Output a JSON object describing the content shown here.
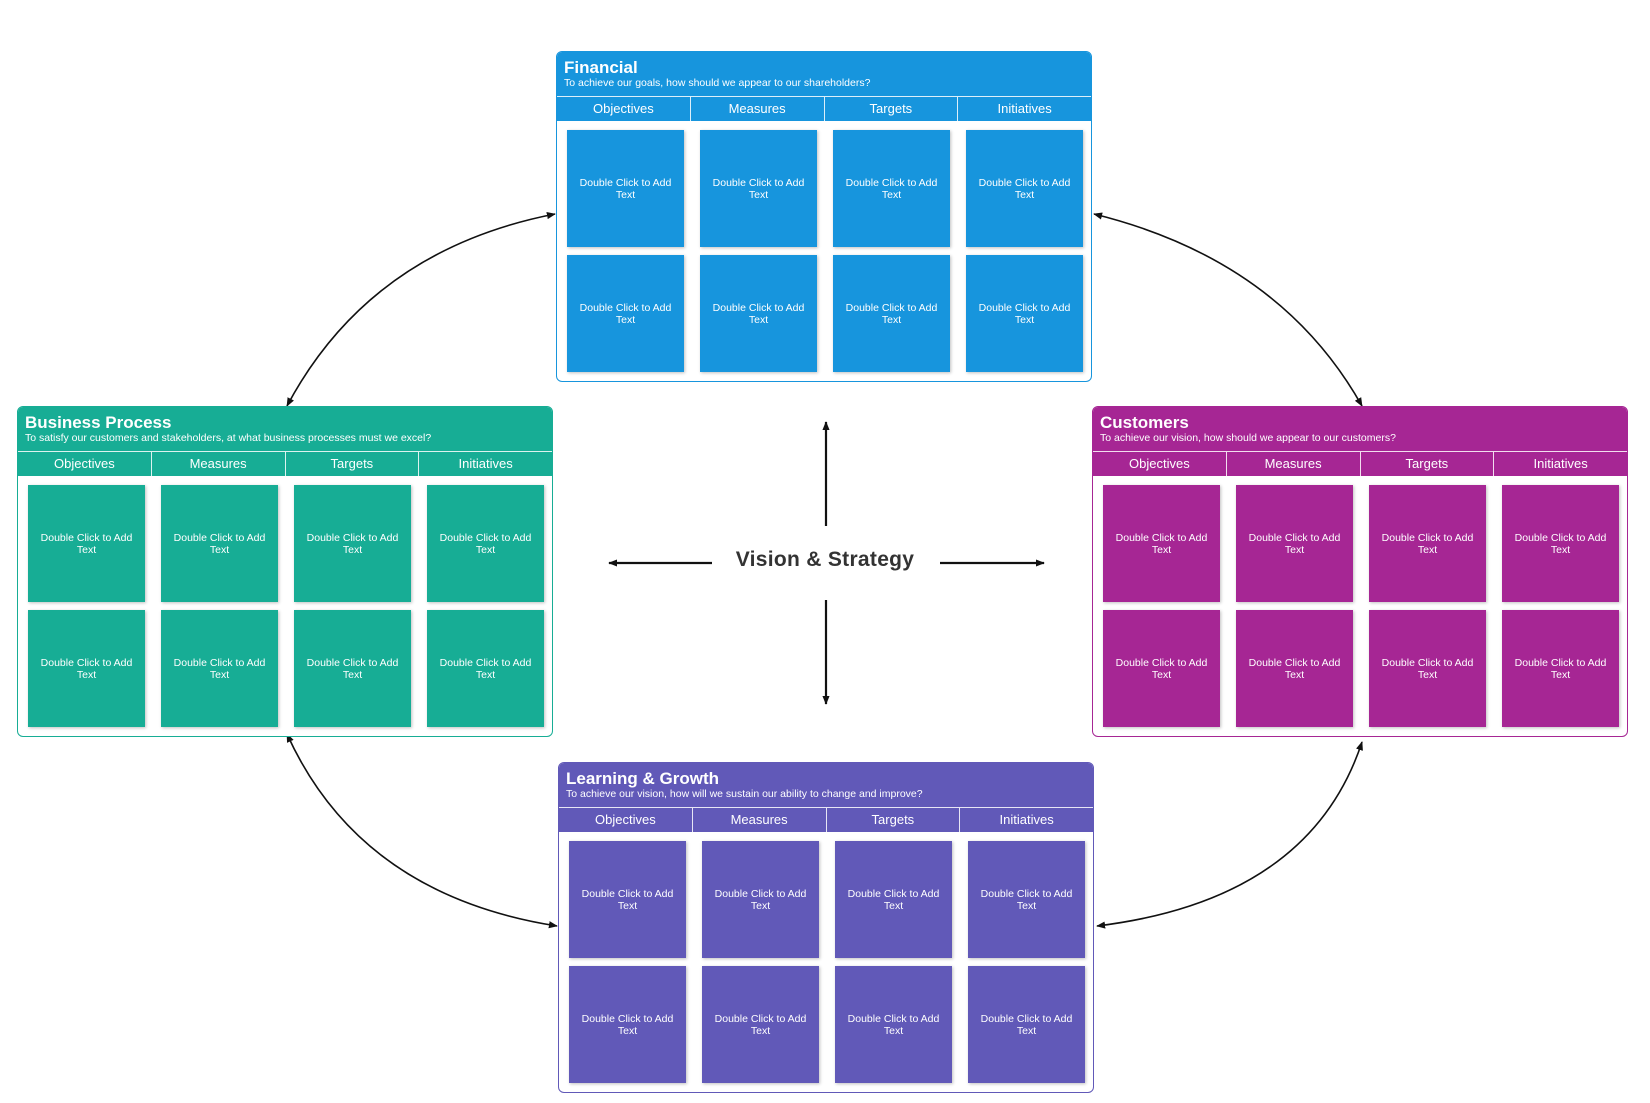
{
  "center": {
    "label": "Vision & Strategy"
  },
  "colors": {
    "financial": "#1795dd",
    "business": "#17ad95",
    "customers": "#a62694",
    "learning": "#6159b8",
    "arrow": "#111111"
  },
  "panels": {
    "financial": {
      "title": "Financial",
      "subtitle": "To achieve our goals, how should we appear to our shareholders?",
      "columns": [
        "Objectives",
        "Measures",
        "Targets",
        "Initiatives"
      ],
      "cards": [
        "Double Click to Add Text",
        "Double Click to Add Text",
        "Double Click to Add Text",
        "Double Click to Add Text",
        "Double Click to Add Text",
        "Double Click to Add Text",
        "Double Click to Add Text",
        "Double Click to Add Text"
      ]
    },
    "business": {
      "title": "Business Process",
      "subtitle": "To satisfy our customers and stakeholders, at what business processes must we excel?",
      "columns": [
        "Objectives",
        "Measures",
        "Targets",
        "Initiatives"
      ],
      "cards": [
        "Double Click to Add Text",
        "Double Click to Add Text",
        "Double Click to Add Text",
        "Double Click to Add Text",
        "Double Click to Add Text",
        "Double Click to Add Text",
        "Double Click to Add Text",
        "Double Click to Add Text"
      ]
    },
    "customers": {
      "title": "Customers",
      "subtitle": "To achieve our vision, how should we appear to our customers?",
      "columns": [
        "Objectives",
        "Measures",
        "Targets",
        "Initiatives"
      ],
      "cards": [
        "Double Click to Add Text",
        "Double Click to Add Text",
        "Double Click to Add Text",
        "Double Click to Add Text",
        "Double Click to Add Text",
        "Double Click to Add Text",
        "Double Click to Add Text",
        "Double Click to Add Text"
      ]
    },
    "learning": {
      "title": "Learning & Growth",
      "subtitle": "To achieve our vision, how will we sustain our ability to change and improve?",
      "columns": [
        "Objectives",
        "Measures",
        "Targets",
        "Initiatives"
      ],
      "cards": [
        "Double Click to Add Text",
        "Double Click to Add Text",
        "Double Click to Add Text",
        "Double Click to Add Text",
        "Double Click to Add Text",
        "Double Click to Add Text",
        "Double Click to Add Text",
        "Double Click to Add Text"
      ]
    }
  }
}
